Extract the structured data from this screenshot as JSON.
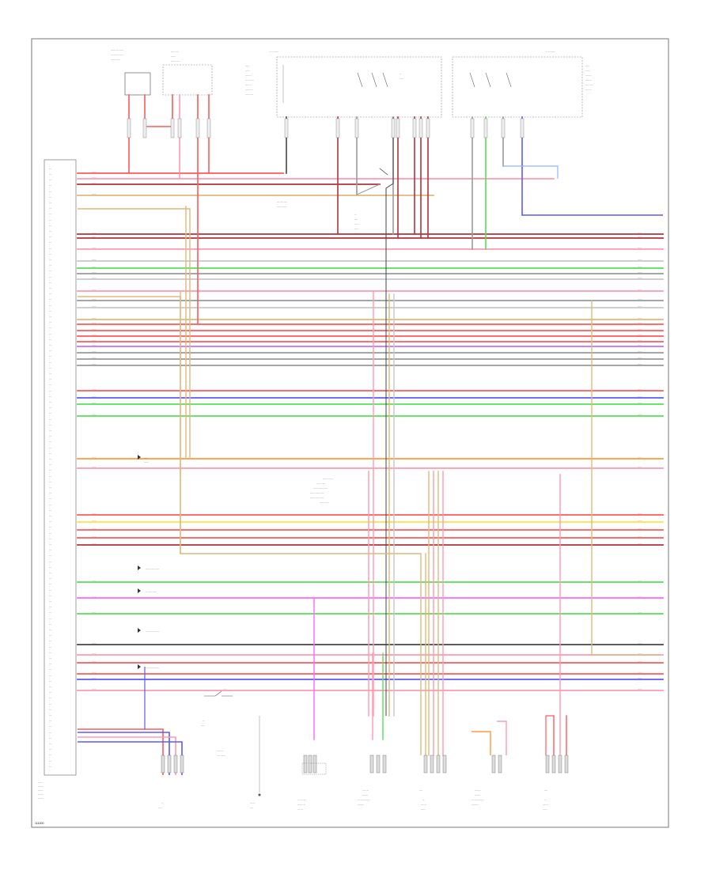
{
  "diagram_ref": "111000",
  "colors": {
    "red": "#ff5a5a",
    "pink": "#ff9ab0",
    "dark_red": "#b2323c",
    "blue": "#5a5aff",
    "light_blue": "#8fb3ff",
    "green": "#55e055",
    "yellow": "#ffe14d",
    "tan": "#e0b878",
    "orange": "#ff9a3c",
    "violet": "#c070ff",
    "magenta": "#ff66ff",
    "gray": "#9a9a9a",
    "dark": "#444444",
    "light_gray": "#c8c8c8",
    "frame": "#555555"
  },
  "buses": [
    {
      "color": "red"
    },
    {
      "color": "pink"
    },
    {
      "color": "dark_red"
    },
    {
      "color": "tan"
    },
    {
      "color": "dark_red"
    },
    {
      "color": "dark_red"
    },
    {
      "color": "pink"
    },
    {
      "color": "light_gray"
    },
    {
      "color": "green"
    },
    {
      "color": "gray"
    },
    {
      "color": "light_gray"
    },
    {
      "color": "pink"
    },
    {
      "color": "gray"
    },
    {
      "color": "light_gray"
    },
    {
      "color": "tan"
    },
    {
      "color": "red"
    },
    {
      "color": "red"
    },
    {
      "color": "red"
    },
    {
      "color": "red"
    },
    {
      "color": "violet"
    },
    {
      "color": "gray"
    },
    {
      "color": "gray"
    },
    {
      "color": "gray"
    },
    {
      "color": "red"
    },
    {
      "color": "blue"
    },
    {
      "color": "green"
    },
    {
      "color": "green"
    },
    {
      "color": "orange"
    },
    {
      "color": "pink"
    },
    {
      "color": "red"
    },
    {
      "color": "yellow"
    },
    {
      "color": "red"
    },
    {
      "color": "red"
    },
    {
      "color": "dark_red"
    },
    {
      "color": "green"
    },
    {
      "color": "magenta"
    },
    {
      "color": "green"
    },
    {
      "color": "dark"
    },
    {
      "color": "pink"
    },
    {
      "color": "red"
    },
    {
      "color": "red"
    },
    {
      "color": "blue"
    },
    {
      "color": "pink"
    }
  ]
}
